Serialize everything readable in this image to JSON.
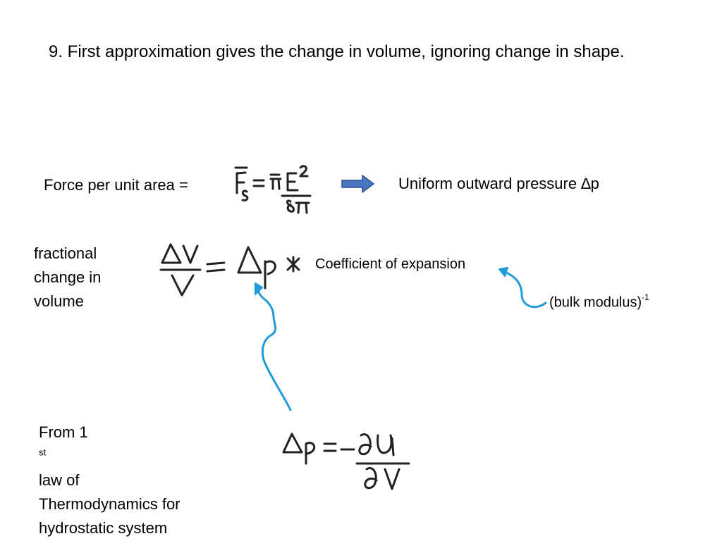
{
  "title": "9.  First approximation gives the change in volume, ignoring change in shape.",
  "force": {
    "label": "Force per unit area ="
  },
  "uniform": {
    "label": "Uniform outward pressure ∆p"
  },
  "fractional": {
    "line1": "fractional",
    "line2": "change in",
    "line3": "volume"
  },
  "coefficient": {
    "label": "Coefficient of expansion"
  },
  "bulk": {
    "label": "(bulk modulus)",
    "exponent": "-1"
  },
  "first_law": {
    "line1_prefix": "From 1",
    "line1_sup": "st",
    "line1_suffix": " law  of",
    "line2": "Thermodynamics for",
    "line3": "hydrostatic system"
  },
  "colors": {
    "arrow_fill": "#4a76c4",
    "arrow_stroke": "#2f528f",
    "annotation_blue": "#1e9bd8",
    "ink": "#222222"
  }
}
